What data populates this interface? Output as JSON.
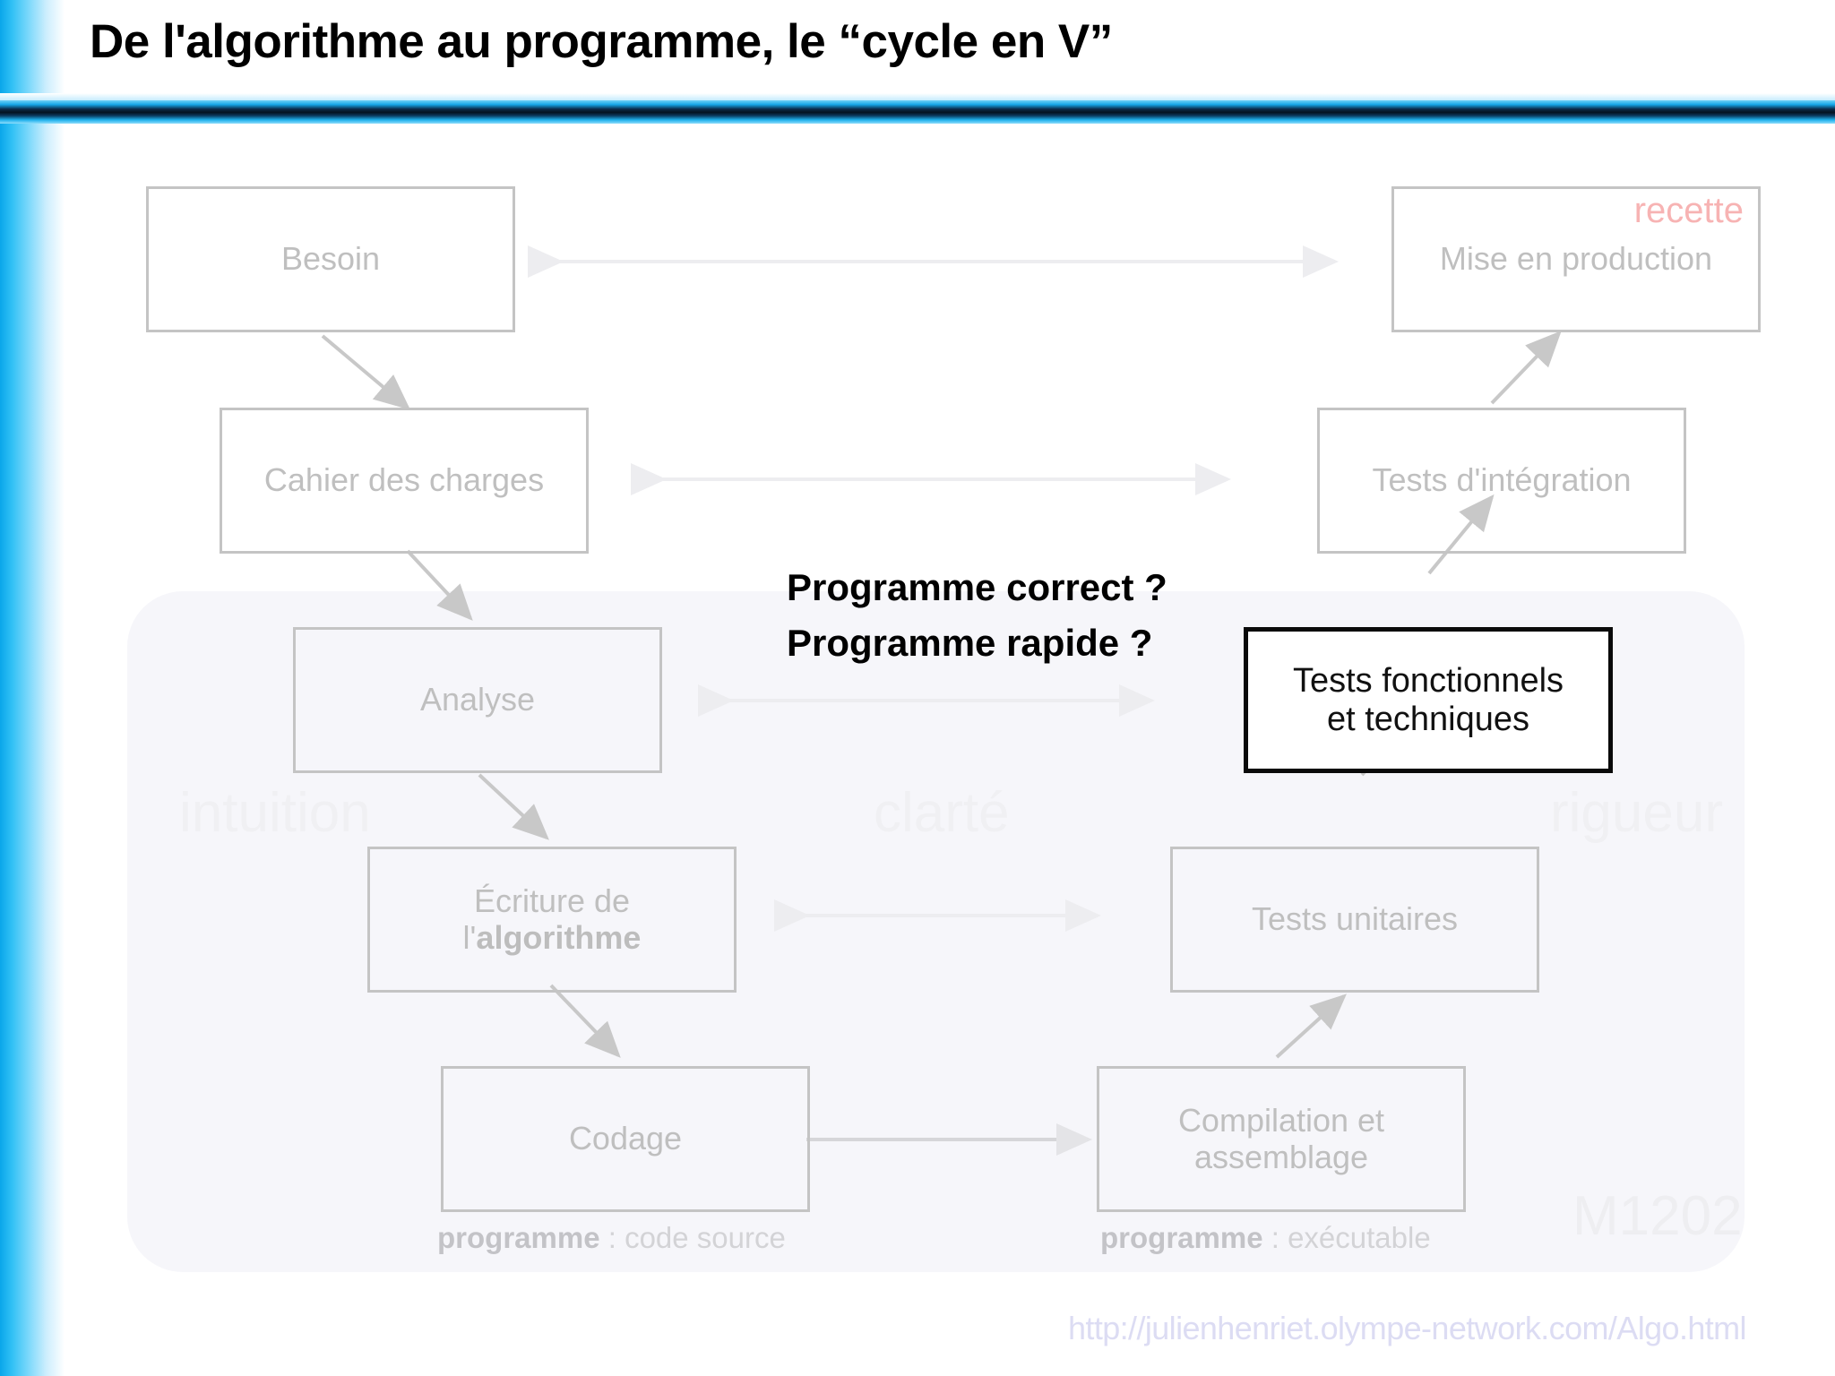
{
  "slide": {
    "title": "De l'algorithme au programme, le “cycle en V”",
    "url": "http://julienhenriet.olympe-network.com/Algo.html",
    "course_code": "M1202"
  },
  "watermarks": [
    {
      "id": "intuition",
      "label": "intuition"
    },
    {
      "id": "clarte",
      "label": "clarté"
    },
    {
      "id": "rigueur",
      "label": "rigueur"
    }
  ],
  "left_branch": [
    {
      "id": "besoin",
      "label": "Besoin"
    },
    {
      "id": "cahier-des-charges",
      "label": "Cahier des charges"
    },
    {
      "id": "analyse",
      "label": "Analyse"
    },
    {
      "id": "ecriture-algorithme",
      "line1": "Écriture de",
      "line2_prefix": "l'",
      "line2_bold": "algorithme"
    },
    {
      "id": "codage",
      "label": "Codage"
    }
  ],
  "right_branch": [
    {
      "id": "mise-en-production",
      "label": "Mise en production",
      "tag": "recette"
    },
    {
      "id": "tests-integration",
      "label": "Tests d'intégration"
    },
    {
      "id": "tests-fonctionnels",
      "line1": "Tests fonctionnels",
      "line2": "et techniques",
      "emphasized": true
    },
    {
      "id": "tests-unitaires",
      "label": "Tests unitaires"
    },
    {
      "id": "compilation-assemblage",
      "line1": "Compilation et",
      "line2": "assemblage"
    }
  ],
  "questions": {
    "line1": "Programme correct ?",
    "line2": "Programme rapide ?"
  },
  "artifact_labels": {
    "left_bold": "programme",
    "left_rest": " : code source",
    "right_bold": "programme",
    "right_rest": " : exécutable"
  },
  "colors": {
    "accent_blue": "#16a7e8",
    "dark_blue": "#041220",
    "box_border": "#c4c4c4",
    "box_text": "#bfbfbf",
    "recette_pink": "#f7b3b3",
    "panel_bg": "#f6f6fa",
    "url_lavender": "#dcdcf3"
  }
}
